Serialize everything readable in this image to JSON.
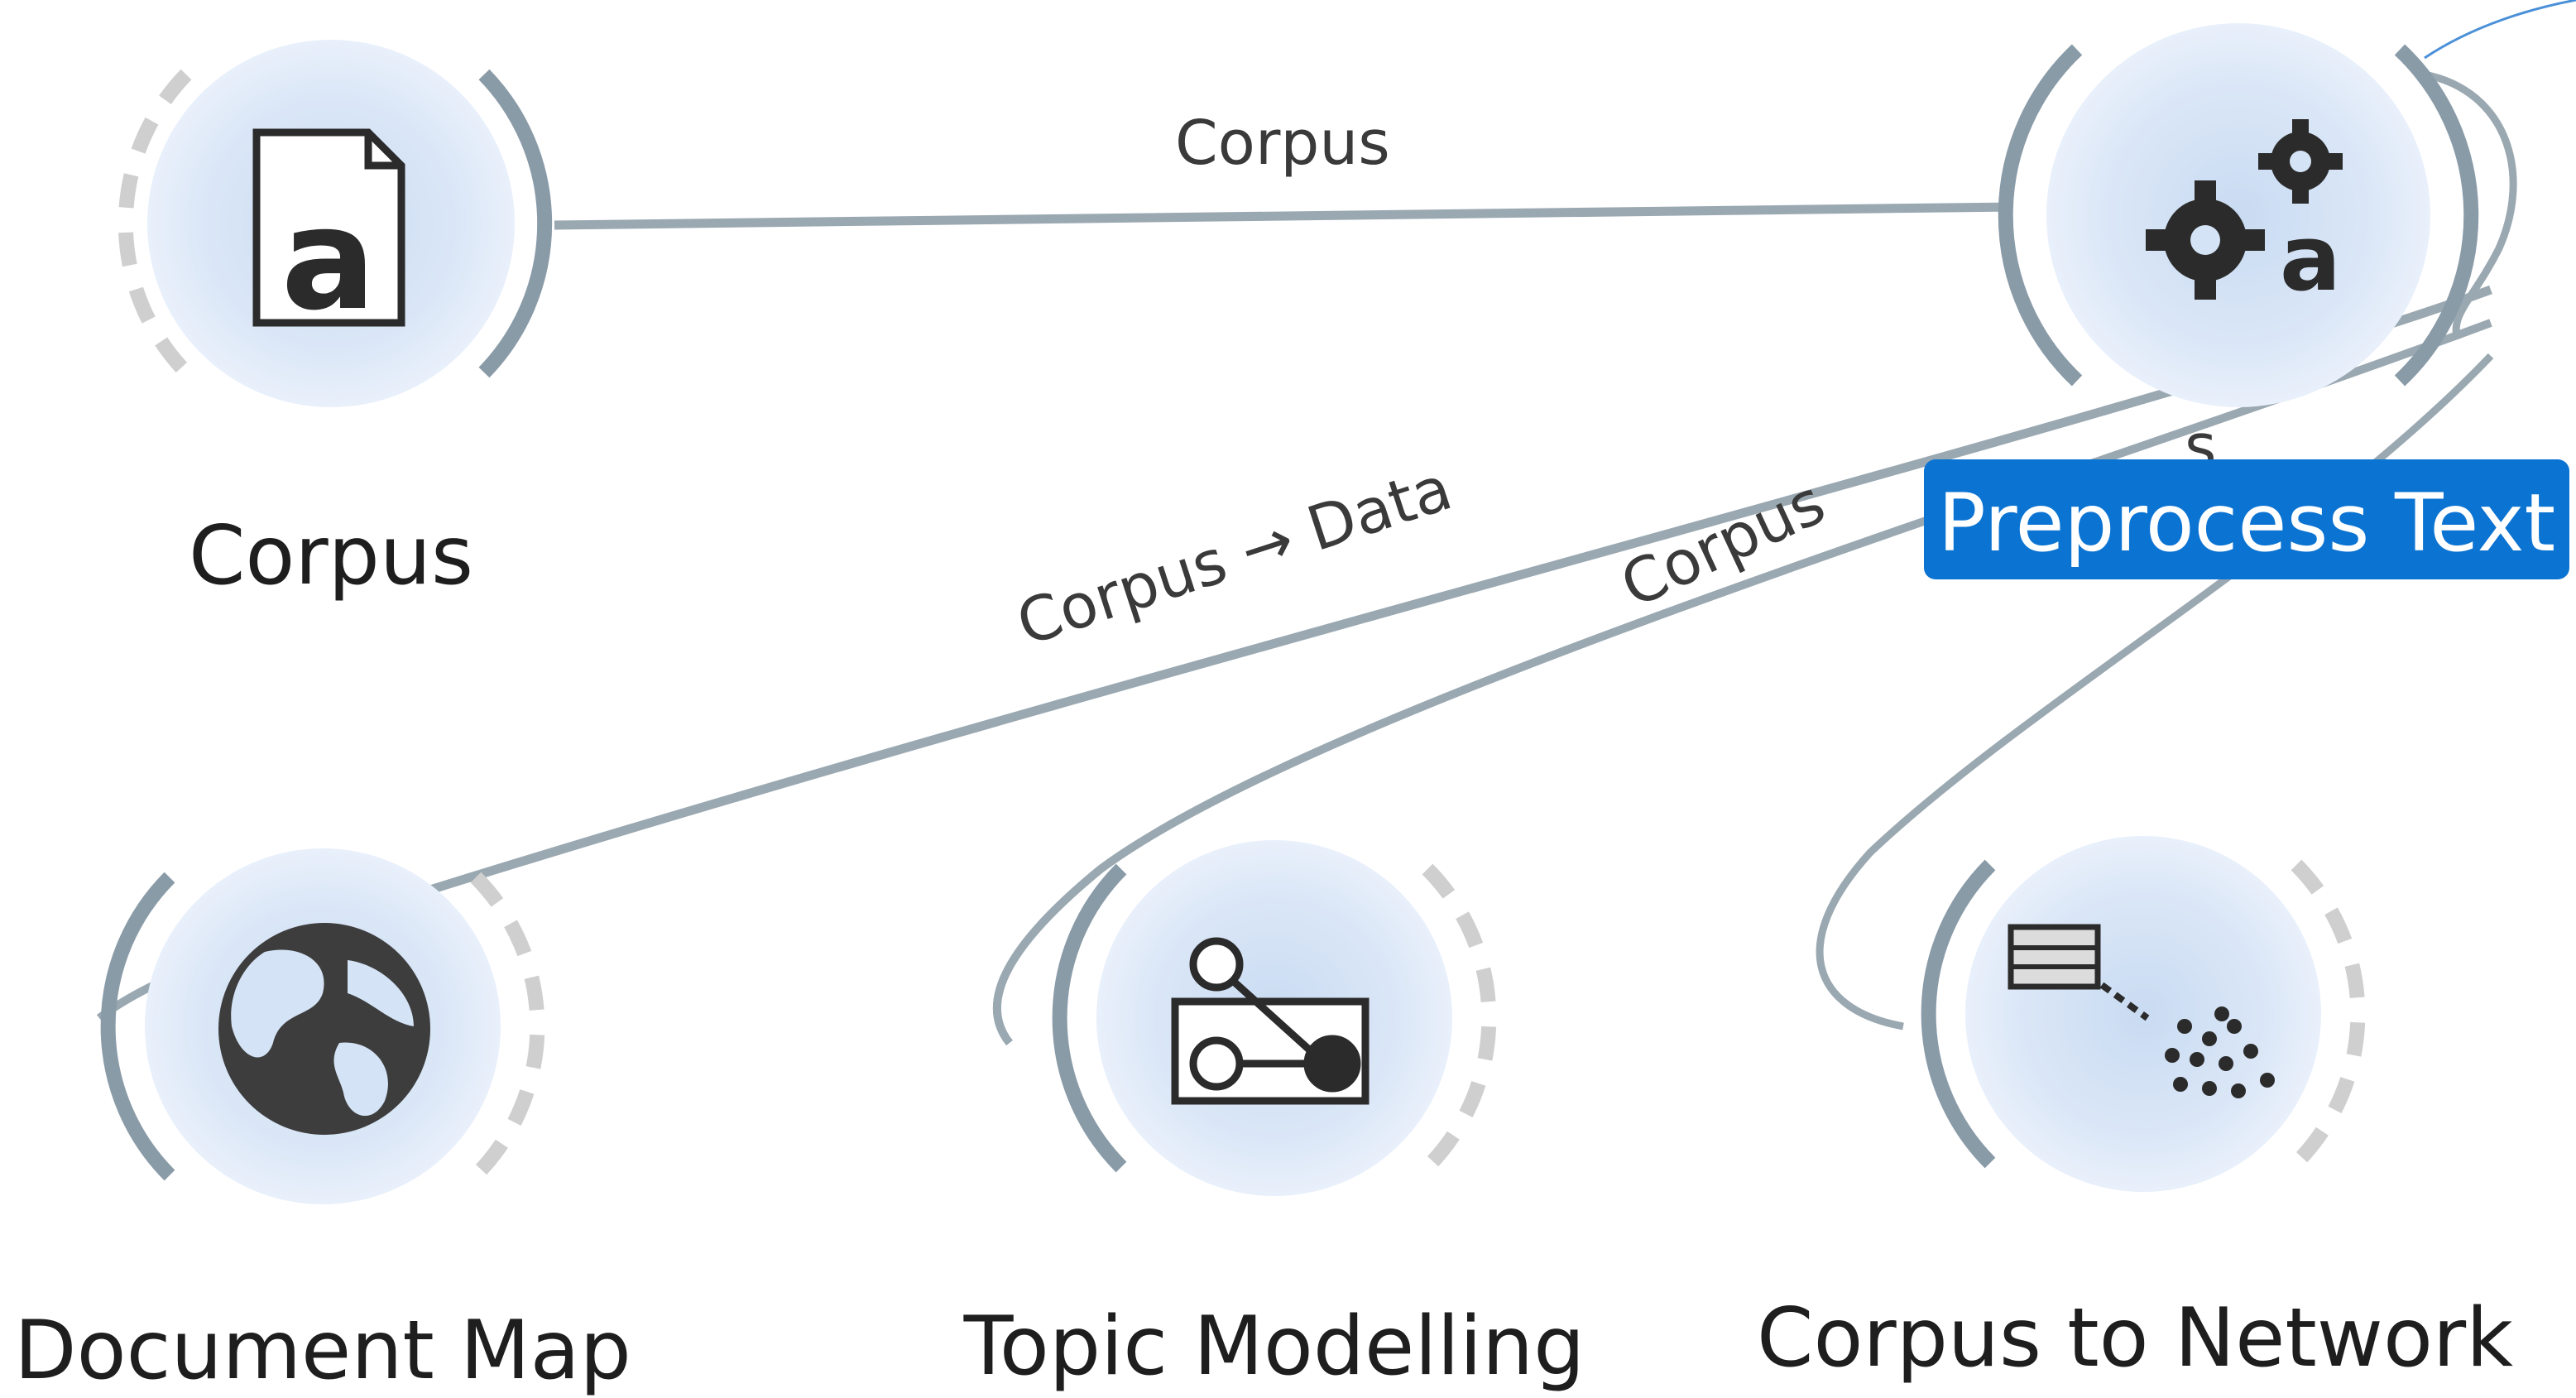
{
  "colors": {
    "node_fill": "#d4e3f5",
    "node_halo": "#e6eefa",
    "anchor_solid": "#8a9ba8",
    "anchor_dashed": "#cfcfcf",
    "link": "#9aa8b1",
    "icon": "#2b2b2b",
    "selection": "#0b73d2"
  },
  "nodes": {
    "corpus": {
      "label": "Corpus",
      "icon": "document-a-icon"
    },
    "preprocess_text": {
      "label": "Preprocess Text",
      "icon": "gears-a-icon",
      "selected": true
    },
    "document_map": {
      "label": "Document Map",
      "icon": "globe-icon"
    },
    "topic_modelling": {
      "label": "Topic Modelling",
      "icon": "topic-flow-icon"
    },
    "corpus_to_network": {
      "label": "Corpus to Network",
      "icon": "table-to-network-icon"
    }
  },
  "links": {
    "corpus_to_preprocess": "Corpus",
    "preprocess_to_document_map": "Corpus → Data",
    "preprocess_to_topic_modelling": "Corpus",
    "preprocess_to_corpus_network_partial": "s"
  }
}
